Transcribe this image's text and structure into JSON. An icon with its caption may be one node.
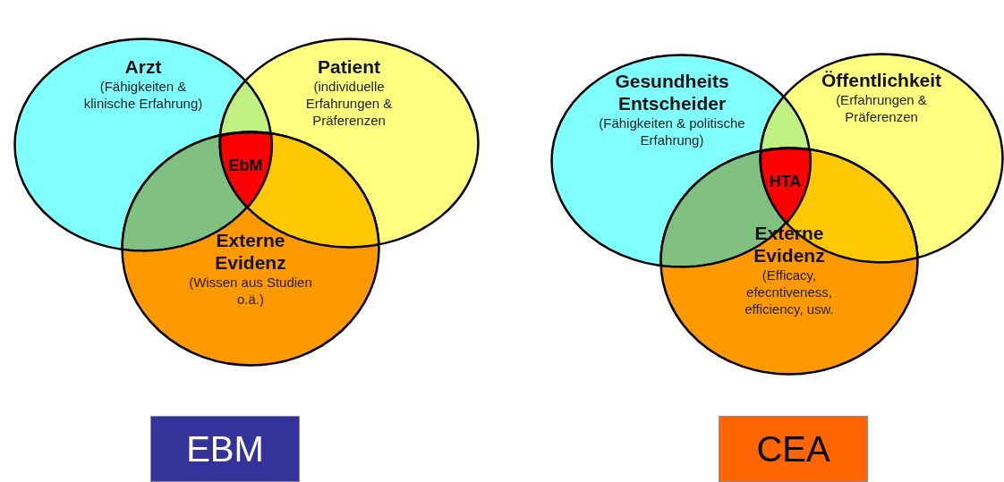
{
  "diagram": {
    "nodes": [
      {
        "text": [
          "Arzt",
          "(Fähigkeiten & klinische Erfahrung)"
        ]
      },
      {
        "text": [
          "Patient",
          "(individuelle Erfahrungen & Präferenzen"
        ]
      },
      {
        "text": [
          "Externe Evidenz",
          "(Wissen aus Studien o.ä.)"
        ]
      },
      {
        "text": [
          "EbM"
        ]
      },
      {
        "text": [
          "Gesundheits Entscheider",
          "(Fähigkeiten & politische Erfahrung)"
        ]
      },
      {
        "text": [
          "Öffentlichkeit",
          "(Erfahrungen & Präferenzen"
        ]
      },
      {
        "text": [
          "Externe Evidenz",
          "(Efficacy, efecntiveness, efficiency, usw."
        ]
      },
      {
        "text": [
          "HTA"
        ]
      },
      {
        "text": [
          "EBM"
        ]
      },
      {
        "text": [
          "CEA"
        ]
      }
    ],
    "edges": []
  }
}
